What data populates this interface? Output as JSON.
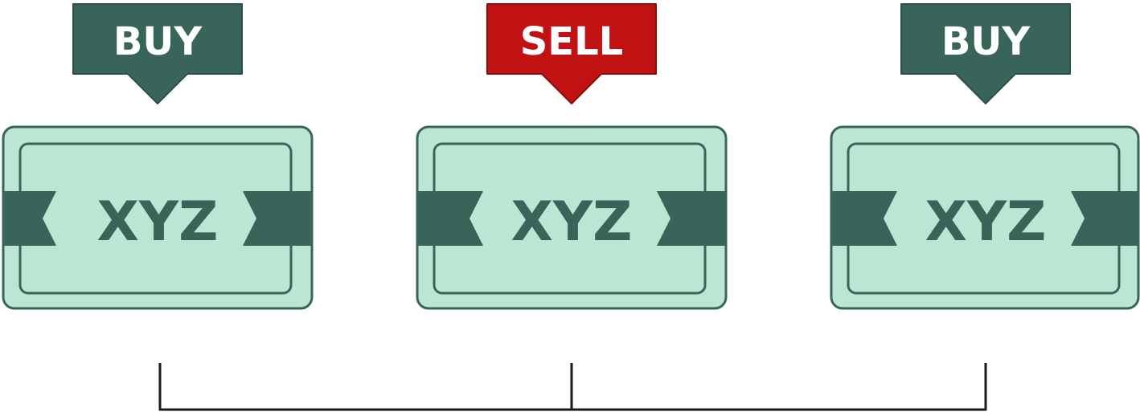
{
  "colors": {
    "buy": "#386459",
    "sell": "#c01213",
    "card_fill": "#bce6d3",
    "card_stroke": "#386459",
    "text_light": "#ffffff",
    "text_dark": "#386459",
    "line": "#1a1a1a"
  },
  "diagram": {
    "items": [
      {
        "signal": "BUY",
        "signal_type": "buy",
        "ticker": "XYZ"
      },
      {
        "signal": "SELL",
        "signal_type": "sell",
        "ticker": "XYZ"
      },
      {
        "signal": "BUY",
        "signal_type": "buy",
        "ticker": "XYZ"
      }
    ]
  }
}
